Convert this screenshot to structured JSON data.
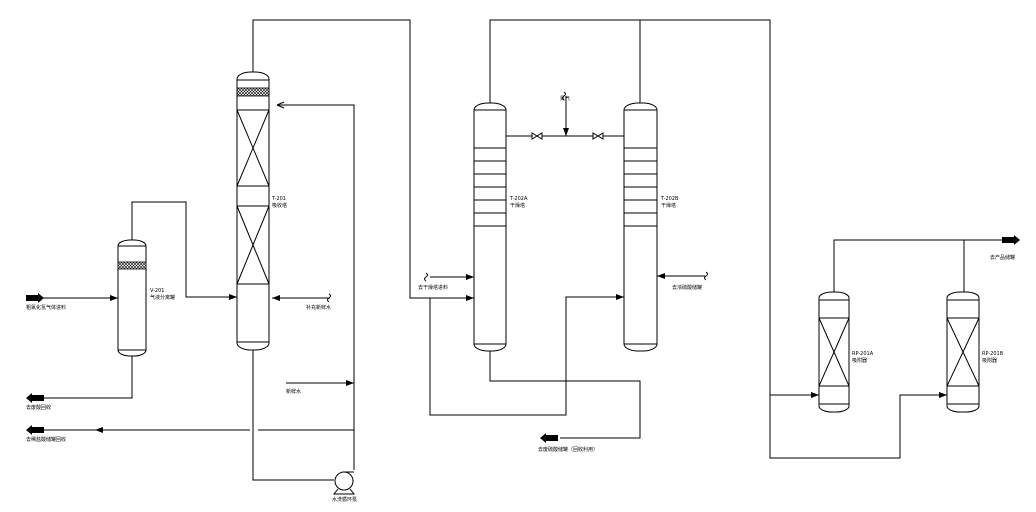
{
  "title": "",
  "equipment": [
    {
      "id": "v201",
      "tag": "V-201",
      "name": "气液分离罐"
    },
    {
      "id": "t201",
      "tag": "T-201",
      "name": "吸收塔"
    },
    {
      "id": "t202a",
      "tag": "T-202A",
      "name": "干燥塔"
    },
    {
      "id": "t202b",
      "tag": "T-202B",
      "name": "干燥塔"
    },
    {
      "id": "rp201a",
      "tag": "RP-201A",
      "name": "吸附器"
    },
    {
      "id": "rp201b",
      "tag": "RP-201B",
      "name": "吸附器"
    },
    {
      "id": "pump",
      "tag": "",
      "name": "水洗循环泵"
    }
  ],
  "streams": {
    "feed_in": "粗氯化氢气体进料",
    "v201_liquid_out": "去废酸回收",
    "t201_bottom_out": "去稀盐酸储罐回收",
    "water_in": "新鲜水",
    "t201_side": "补充新鲜水",
    "t202a_in": "去干燥塔进料",
    "t202b_side": "去浓硫酸储罐",
    "nitrogen": "氮气",
    "acid_out": "去废硫酸储罐（回收利用）",
    "product_out": "去产品储罐"
  }
}
